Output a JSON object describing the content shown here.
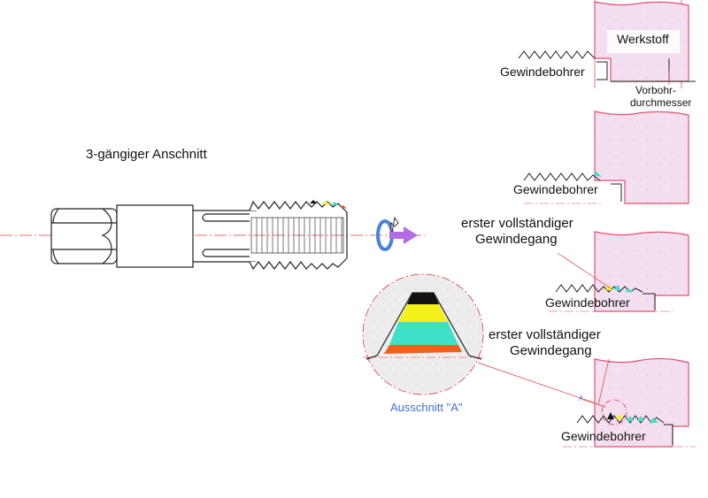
{
  "labels": {
    "title": "3-gängiger Anschnitt",
    "material": "Werkstoff",
    "tap_1": "Gewindebohrer",
    "tap_2": "Gewindebohrer",
    "tap_3": "Gewindebohrer",
    "tap_4": "Gewindebohrer",
    "predrill_line1": "Vorbohr-",
    "predrill_line2": "durchmesser",
    "first_thread_a_line1": "erster vollständiger",
    "first_thread_a_line2": "Gewindegang",
    "first_thread_b_line1": "erster vollständiger",
    "first_thread_b_line2": "Gewindegang",
    "detail": "Ausschnitt \"A\"",
    "detail_marker": "A"
  },
  "colors": {
    "outline": "#222222",
    "red_line": "#e23b3b",
    "material_fill": "#f3dcee",
    "material_edge": "#e05070",
    "chamfer_black": "#111111",
    "chamfer_yellow": "#f2f21a",
    "chamfer_cyan": "#3fe0c8",
    "chamfer_orange": "#f06018",
    "arrow_violet": "#b26be0",
    "arrow_blue": "#4a7fe0",
    "detail_label": "#3f6fd8"
  },
  "icons": {
    "rotation": "rotation-arrow-icon",
    "feed": "feed-arrow-icon"
  }
}
